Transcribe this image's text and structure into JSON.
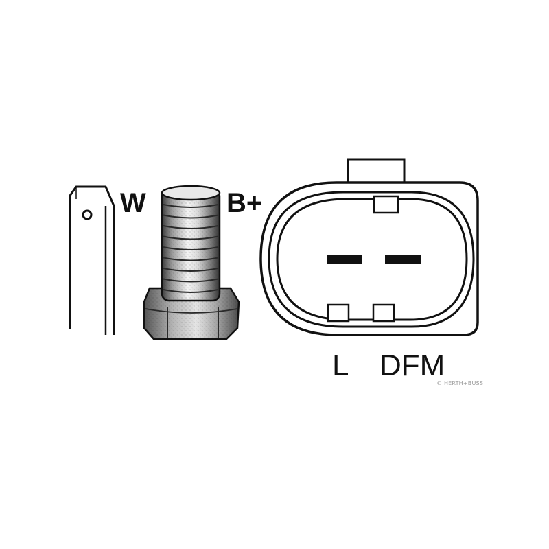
{
  "labels": {
    "w": "W",
    "b_plus": "B+",
    "l": "L",
    "dfm": "DFM"
  },
  "watermark": "© HERTH+BUSS",
  "colors": {
    "ink": "#111111",
    "paper": "#ffffff",
    "metal_light": "#f2f2f2",
    "metal_mid": "#a8a8a8",
    "metal_dark": "#4a4a4a"
  }
}
